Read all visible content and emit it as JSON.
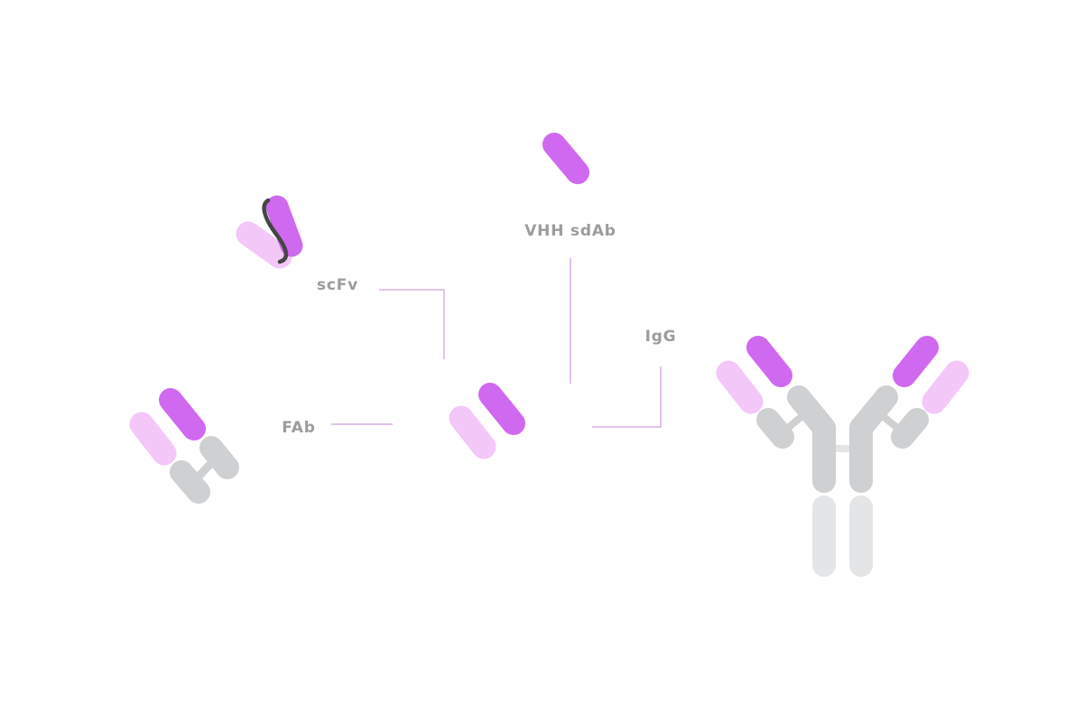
{
  "labels": {
    "scfv": "scFv",
    "vhh": "VHH sdAb",
    "igg": "IgG",
    "fab": "FAb"
  },
  "colors": {
    "heavy_variable": "#cf69ef",
    "light_variable": "#f3c7f8",
    "constant_domain": "#cfd0d2",
    "fc_domain": "#e4e5e6",
    "linker": "#454545",
    "connector_line": "#e2c4ec",
    "label_text": "#9c9c9c"
  }
}
